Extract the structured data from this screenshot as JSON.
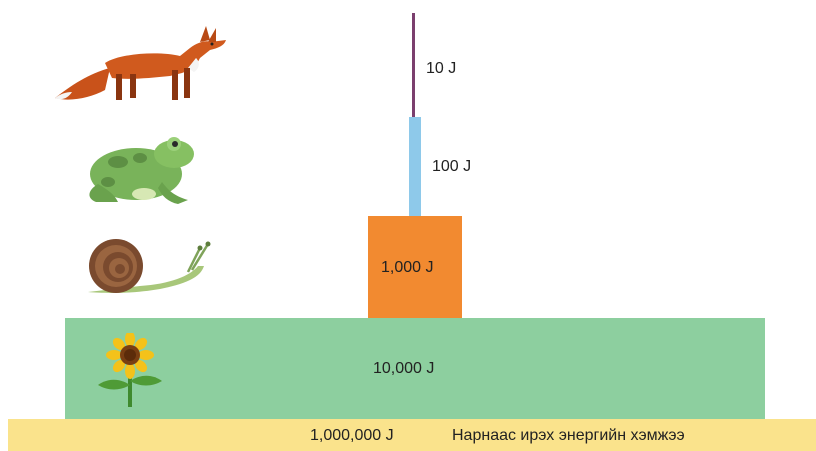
{
  "pyramid": {
    "levels": [
      {
        "name": "fox",
        "energy": "10 J",
        "color": "#7b3f6e"
      },
      {
        "name": "frog",
        "energy": "100 J",
        "color": "#8ec9ea"
      },
      {
        "name": "snail",
        "energy": "1,000 J",
        "color": "#f28a30"
      },
      {
        "name": "sunflower",
        "energy": "10,000 J",
        "color": "#8dcf9f"
      }
    ],
    "sun": {
      "energy": "1,000,000 J",
      "caption": "Нарнаас ирэх энергийн хэмжээ",
      "color": "#fae38c"
    }
  },
  "icons": [
    "fox-icon",
    "frog-icon",
    "snail-icon",
    "sunflower-icon"
  ]
}
